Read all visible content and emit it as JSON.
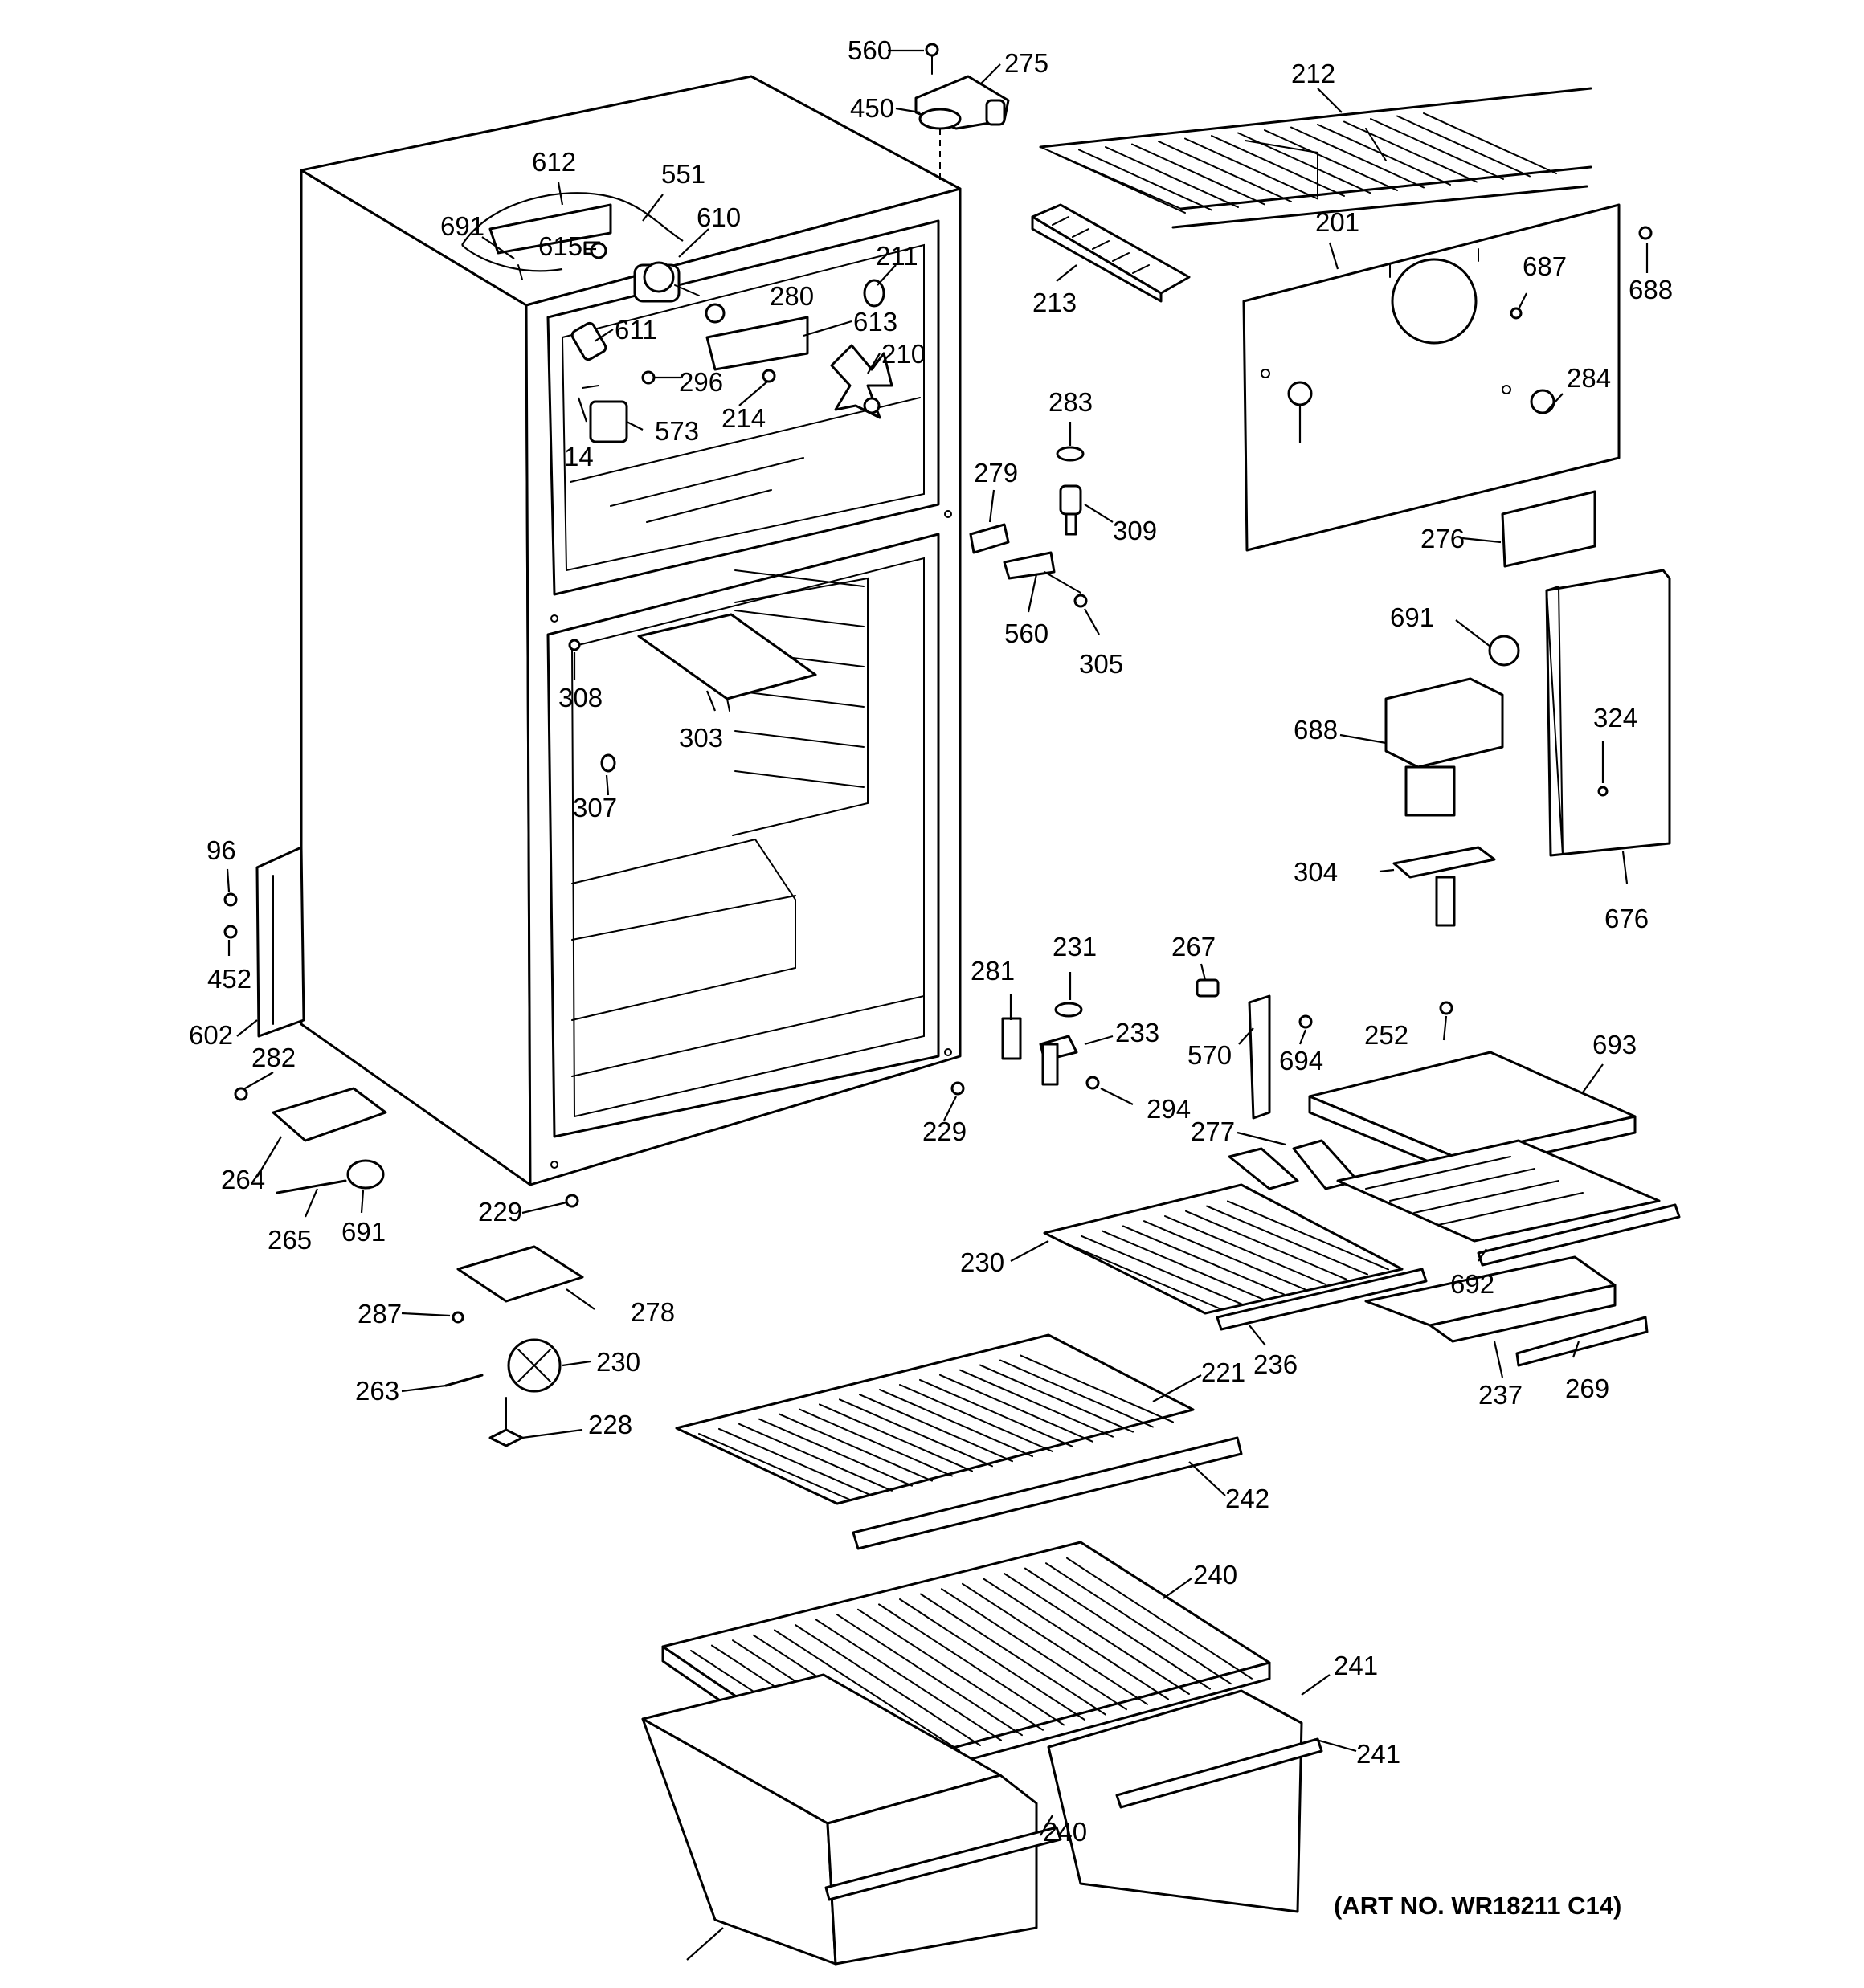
{
  "art_number": "(ART NO. WR18211 C14)",
  "callouts": [
    "560",
    "275",
    "450",
    "212",
    "612",
    "551",
    "691",
    "615",
    "610",
    "211",
    "201",
    "687",
    "688",
    "213",
    "280",
    "611",
    "613",
    "210",
    "296",
    "573",
    "14",
    "214",
    "284",
    "283",
    "279",
    "309",
    "276",
    "560",
    "305",
    "691",
    "308",
    "303",
    "688",
    "324",
    "307",
    "304",
    "676",
    "96",
    "452",
    "281",
    "231",
    "267",
    "602",
    "282",
    "233",
    "570",
    "694",
    "252",
    "693",
    "294",
    "229",
    "277",
    "264",
    "265",
    "691",
    "229",
    "230",
    "692",
    "287",
    "278",
    "230",
    "236",
    "237",
    "269",
    "263",
    "228",
    "221",
    "242",
    "240",
    "241",
    "241",
    "240"
  ]
}
